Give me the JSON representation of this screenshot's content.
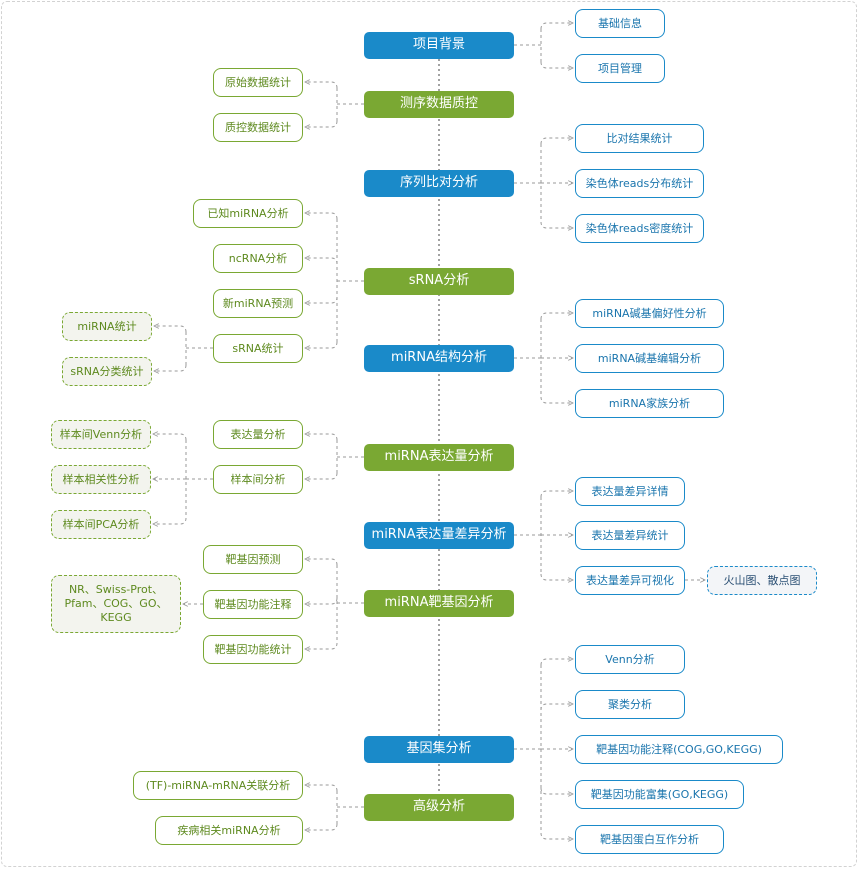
{
  "main_nodes": [
    "项目背景",
    "测序数据质控",
    "序列比对分析",
    "sRNA分析",
    "miRNA结构分析",
    "miRNA表达量分析",
    "miRNA表达量差异分析",
    "miRNA靶基因分析",
    "基因集分析",
    "高级分析"
  ],
  "sub_nodes": [
    "基础信息",
    "项目管理",
    "原始数据统计",
    "质控数据统计",
    "比对结果统计",
    "染色体reads分布统计",
    "染色体reads密度统计",
    "已知miRNA分析",
    "ncRNA分析",
    "新miRNA预测",
    "sRNA统计",
    "miRNA碱基偏好性分析",
    "miRNA碱基编辑分析",
    "miRNA家族分析",
    "表达量分析",
    "样本间分析",
    "表达量差异详情",
    "表达量差异统计",
    "表达量差异可视化",
    "靶基因预测",
    "靶基因功能注释",
    "靶基因功能统计",
    "Venn分析",
    "聚类分析",
    "靶基因功能注释(COG,GO,KEGG)",
    "靶基因功能富集(GO,KEGG)",
    "靶基因蛋白互作分析",
    "(TF)-miRNA-mRNA关联分析",
    "疾病相关miRNA分析"
  ],
  "leaf_nodes": [
    "miRNA统计",
    "sRNA分类统计",
    "样本间Venn分析",
    "样本相关性分析",
    "样本间PCA分析",
    "火山图、散点图",
    "NR、Swiss-Prot、Pfam、COG、GO、KEGG"
  ],
  "colors": {
    "blue": "#1a8ac9",
    "green": "#7aa833",
    "connector": "#9a9a9a",
    "spine": "#444444"
  }
}
